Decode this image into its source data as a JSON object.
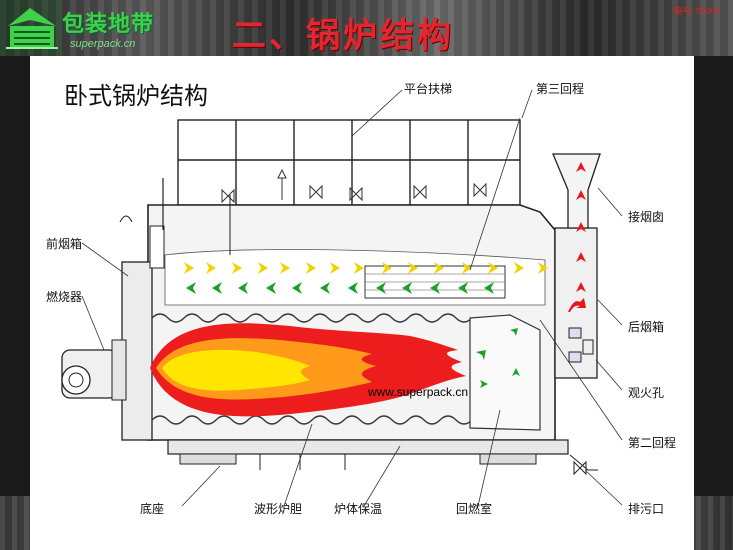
{
  "header": {
    "logo_text": "包装地带",
    "logo_sub": "superpack.cn",
    "title": "二、锅炉结构",
    "code": "编号: 05001"
  },
  "slide": {
    "subtitle": "卧式锅炉结构",
    "watermark_url": "www.superpack.cn",
    "labels": {
      "platform_ladder": "平台扶梯",
      "third_pass": "第三回程",
      "smoke_outlet": "接烟囱",
      "front_smoke_box": "前烟箱",
      "burner": "燃烧器",
      "rear_smoke_box": "后烟箱",
      "sight_hole": "观火孔",
      "second_pass": "第二回程",
      "base": "底座",
      "corrugated_furnace": "波形炉胆",
      "insulation": "炉体保温",
      "combustion_chamber": "回燃室",
      "blowdown": "排污口"
    }
  },
  "colors": {
    "title_red": "#e3262f",
    "logo_green": "#3fd14a",
    "flame_red": "#ee1d1d",
    "flame_orange": "#ff9a1a",
    "flame_yellow": "#ffe600",
    "arrow_green": "#1aa12a",
    "arrow_yellow": "#f2d200",
    "arrow_red": "#e8161a"
  }
}
